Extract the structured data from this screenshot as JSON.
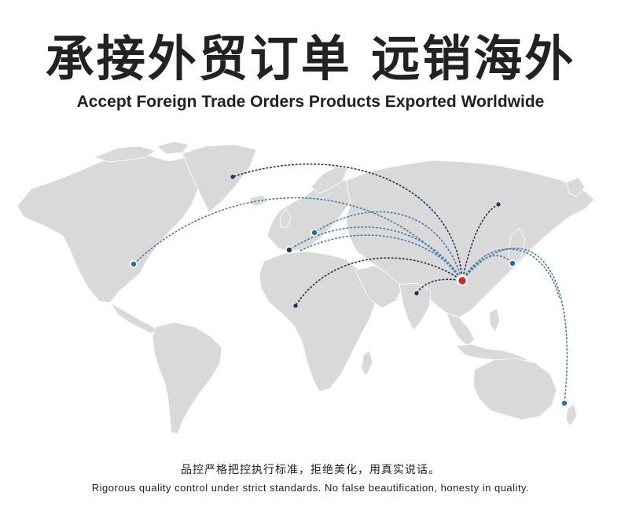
{
  "headline": {
    "zh": "承接外贸订单 远销海外",
    "en": "Accept Foreign Trade Orders  Products Exported Worldwide"
  },
  "caption": {
    "zh": "品控严格把控执行标准，拒绝美化，用真实说话。",
    "en": "Rigorous quality control under strict standards. No false beautification, honesty in quality."
  },
  "colors": {
    "land": "#d9d9d9",
    "route_blue": "#3f7fa6",
    "route_dark": "#1f3550",
    "origin_red": "#e0202a",
    "marker_blue": "#1f6fb8",
    "text": "#222222"
  }
}
